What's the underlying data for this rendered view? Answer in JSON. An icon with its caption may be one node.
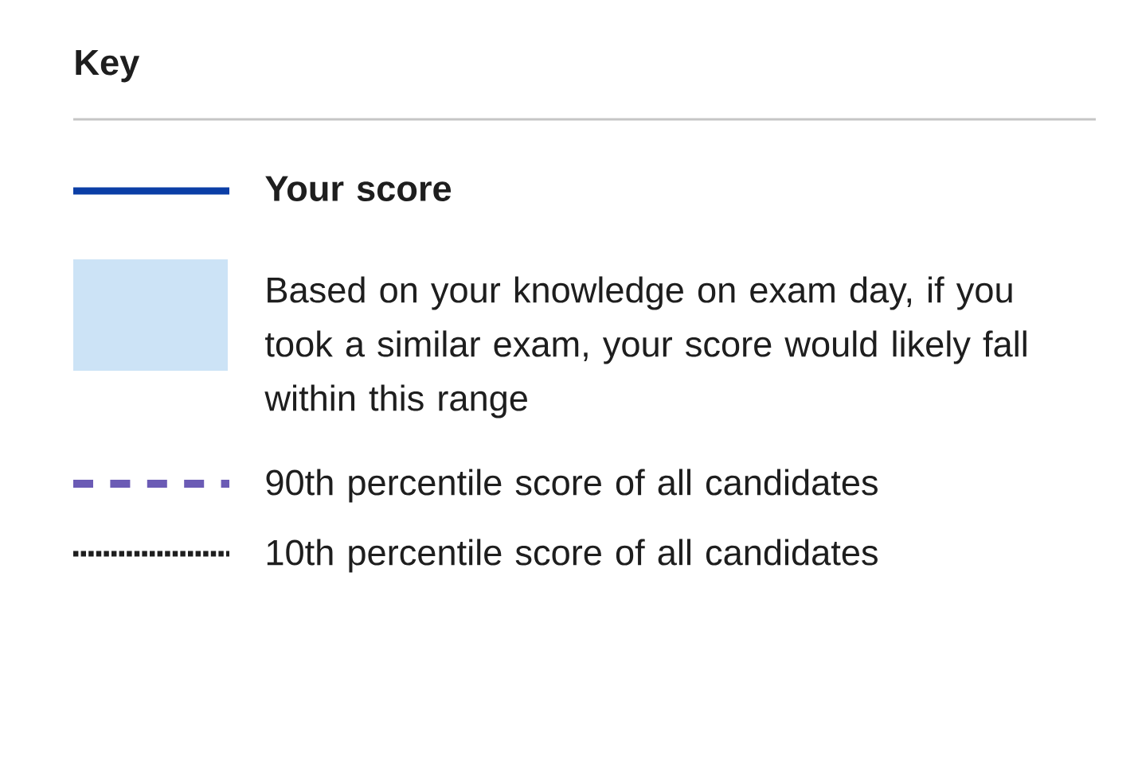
{
  "diagram": {
    "title": "Key",
    "legend": [
      {
        "text": "Your score"
      },
      {
        "text": "Based on your knowledge on exam day, if you took a similar exam, your score would likely fall within this range",
        "color": "#cce3f6"
      },
      {
        "text": "90th percentile score of all candidates"
      },
      {
        "text": "10th percentile score of all candidates"
      }
    ]
  }
}
